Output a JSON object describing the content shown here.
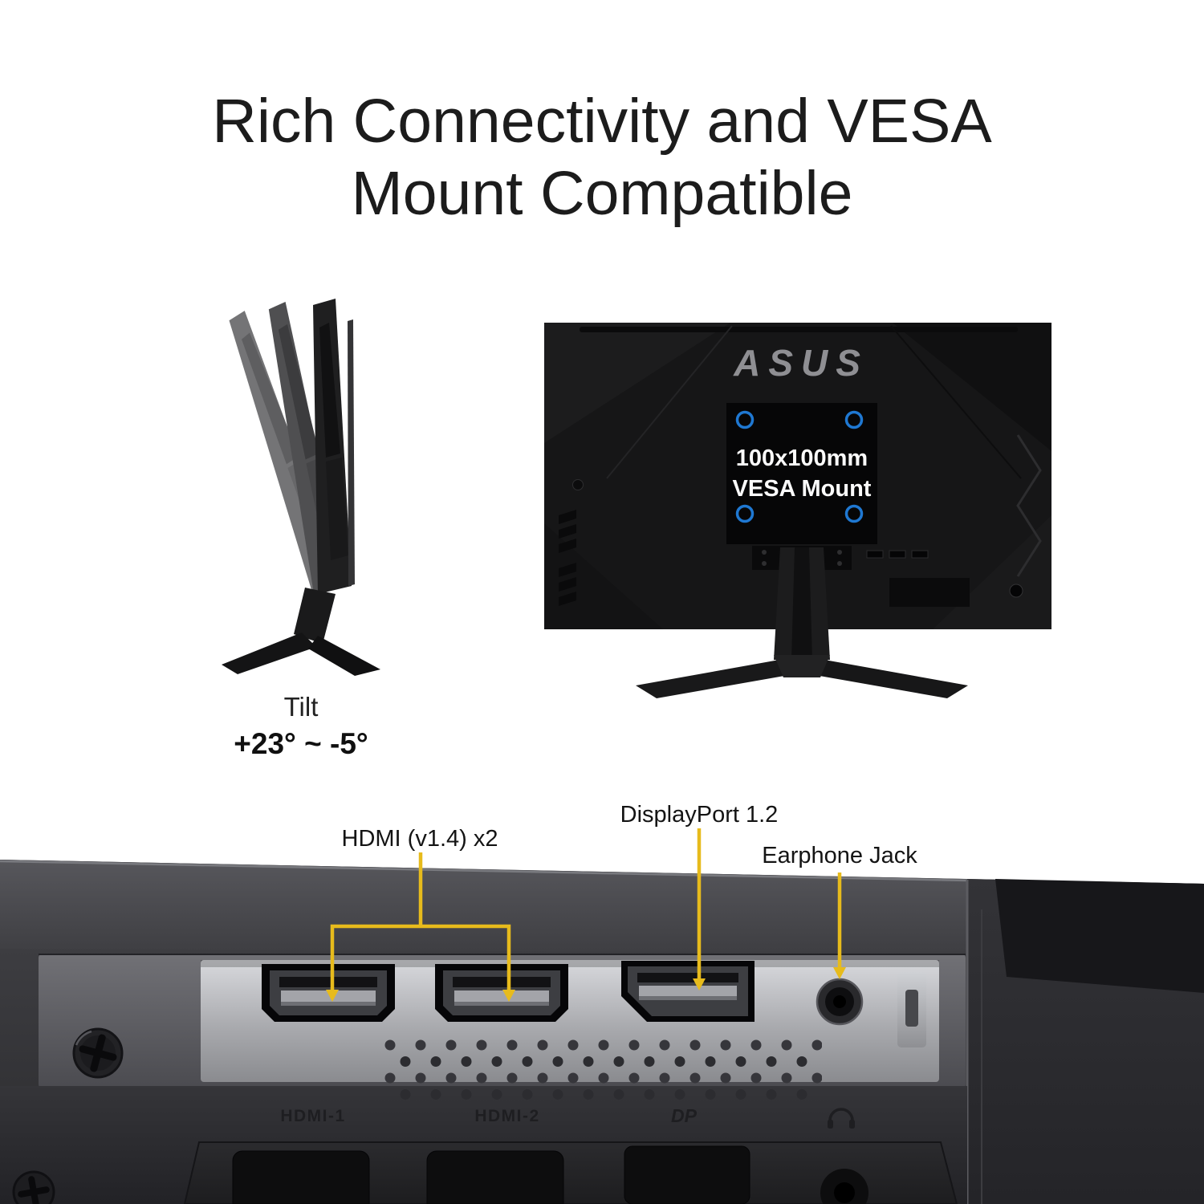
{
  "title": {
    "line1": "Rich Connectivity and VESA",
    "line2": "Mount Compatible"
  },
  "tilt": {
    "label": "Tilt",
    "range": "+23° ~ -5°"
  },
  "back_view": {
    "brand": "ASUS",
    "vesa_line1": "100x100mm",
    "vesa_line2": "VESA Mount"
  },
  "callouts": {
    "hdmi": "HDMI (v1.4) x2",
    "displayport": "DisplayPort 1.2",
    "earphone": "Earphone Jack"
  },
  "embossed": {
    "hdmi1": "HDMI-1",
    "hdmi2": "HDMI-2",
    "displayport": "DP"
  },
  "colors": {
    "callout_yellow": "#e7bb1c",
    "vesa_hole_blue": "#1f78d2",
    "title_text": "#1c1c1c"
  }
}
